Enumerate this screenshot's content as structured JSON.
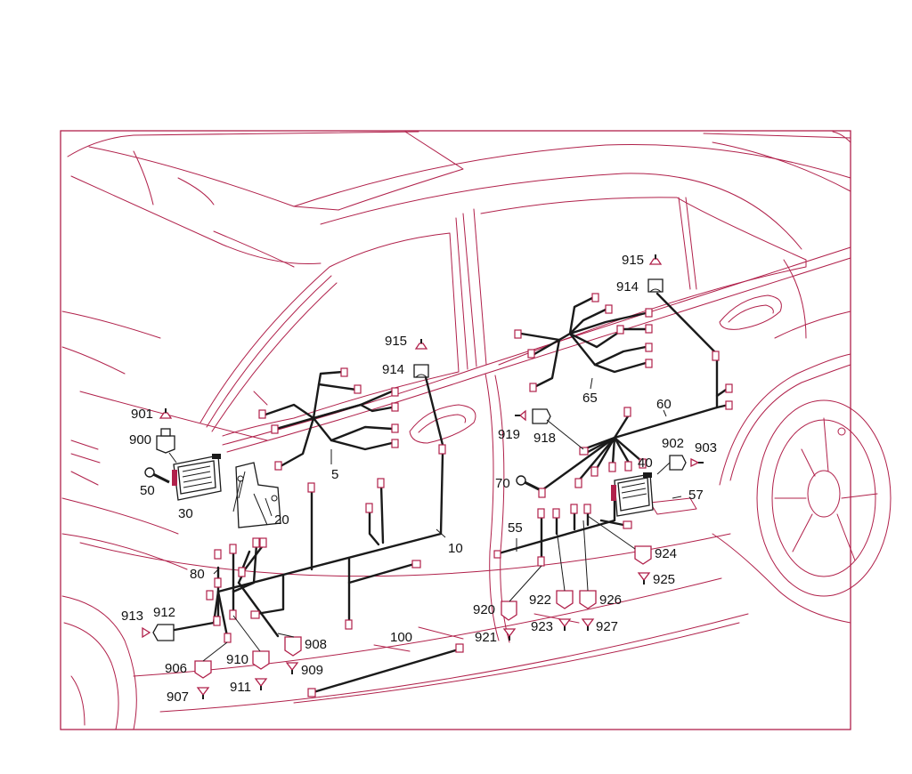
{
  "labels": {
    "l5": "5",
    "l10": "10",
    "l20": "20",
    "l30": "30",
    "l40": "40",
    "l50": "50",
    "l55": "55",
    "l57": "57",
    "l60": "60",
    "l65": "65",
    "l70": "70",
    "l80": "80",
    "l100": "100",
    "l900": "900",
    "l901": "901",
    "l902": "902",
    "l903": "903",
    "l906": "906",
    "l907": "907",
    "l908": "908",
    "l909": "909",
    "l910": "910",
    "l911": "911",
    "l912": "912",
    "l913": "913",
    "l914a": "914",
    "l915a": "915",
    "l914b": "914",
    "l915b": "915",
    "l918": "918",
    "l919": "919",
    "l920": "920",
    "l921": "921",
    "l922": "922",
    "l923": "923",
    "l924": "924",
    "l925": "925",
    "l926": "926",
    "l927": "927"
  },
  "colors": {
    "outline": "#b0204a",
    "wire": "#1a1a1a",
    "background": "#ffffff"
  }
}
